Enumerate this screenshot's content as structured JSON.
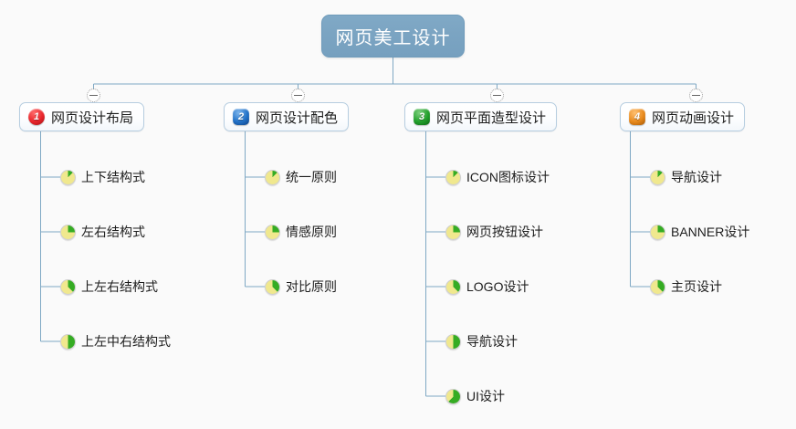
{
  "diagram": {
    "title": "网页美工设计",
    "background_color": "#fafafa",
    "root": {
      "label": "网页美工设计",
      "fill_color": "#7ba4c2",
      "text_color": "#ffffff"
    },
    "connector_color": "#7fa8c4",
    "toggle_glyph": "−",
    "branches": [
      {
        "number": "1",
        "badge_color": "#e8242a",
        "label": "网页设计布局",
        "children": [
          {
            "label": "上下结构式",
            "progress": 12
          },
          {
            "label": "左右结构式",
            "progress": 25
          },
          {
            "label": "上左右结构式",
            "progress": 37
          },
          {
            "label": "上左中右结构式",
            "progress": 50
          }
        ]
      },
      {
        "number": "2",
        "badge_color": "#2272c8",
        "label": "网页设计配色",
        "children": [
          {
            "label": "统一原则",
            "progress": 12
          },
          {
            "label": "情感原则",
            "progress": 25
          },
          {
            "label": "对比原则",
            "progress": 37
          }
        ]
      },
      {
        "number": "3",
        "badge_color": "#22a02c",
        "label": "网页平面造型设计",
        "children": [
          {
            "label": "ICON图标设计",
            "progress": 12
          },
          {
            "label": "网页按钮设计",
            "progress": 25
          },
          {
            "label": "LOGO设计",
            "progress": 37
          },
          {
            "label": "导航设计",
            "progress": 50
          },
          {
            "label": "UI设计",
            "progress": 62
          }
        ]
      },
      {
        "number": "4",
        "badge_color": "#e88a1d",
        "label": "网页动画设计",
        "children": [
          {
            "label": "导航设计",
            "progress": 12
          },
          {
            "label": "BANNER设计",
            "progress": 25
          },
          {
            "label": "主页设计",
            "progress": 37
          }
        ]
      }
    ]
  }
}
